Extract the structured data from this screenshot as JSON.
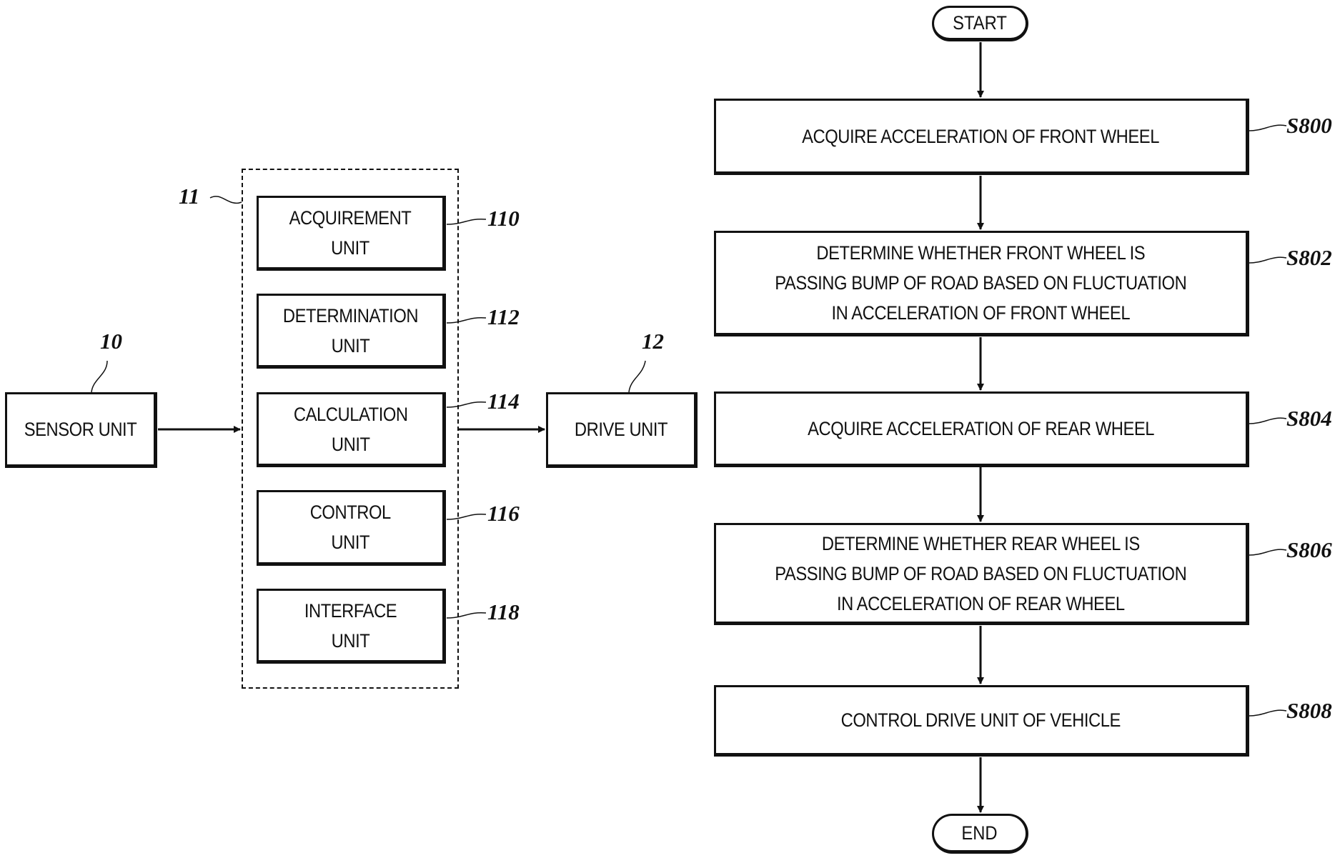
{
  "block_diagram": {
    "sensor": {
      "label": "SENSOR UNIT",
      "ref": "10"
    },
    "controller": {
      "ref": "11"
    },
    "units": [
      {
        "label": "ACQUIREMENT\nUNIT",
        "ref": "110"
      },
      {
        "label": "DETERMINATION\nUNIT",
        "ref": "112"
      },
      {
        "label": "CALCULATION\nUNIT",
        "ref": "114"
      },
      {
        "label": "CONTROL\nUNIT",
        "ref": "116"
      },
      {
        "label": "INTERFACE\nUNIT",
        "ref": "118"
      }
    ],
    "drive": {
      "label": "DRIVE UNIT",
      "ref": "12"
    }
  },
  "flowchart": {
    "start": "START",
    "end": "END",
    "steps": [
      {
        "label": "ACQUIRE ACCELERATION OF FRONT WHEEL",
        "ref": "S800"
      },
      {
        "label": "DETERMINE WHETHER FRONT WHEEL IS\nPASSING BUMP OF ROAD BASED ON FLUCTUATION\nIN ACCELERATION OF FRONT WHEEL",
        "ref": "S802"
      },
      {
        "label": "ACQUIRE ACCELERATION OF REAR WHEEL",
        "ref": "S804"
      },
      {
        "label": "DETERMINE WHETHER REAR WHEEL IS\nPASSING BUMP OF ROAD BASED ON FLUCTUATION\nIN ACCELERATION OF REAR WHEEL",
        "ref": "S806"
      },
      {
        "label": "CONTROL DRIVE UNIT OF VEHICLE",
        "ref": "S808"
      }
    ]
  }
}
